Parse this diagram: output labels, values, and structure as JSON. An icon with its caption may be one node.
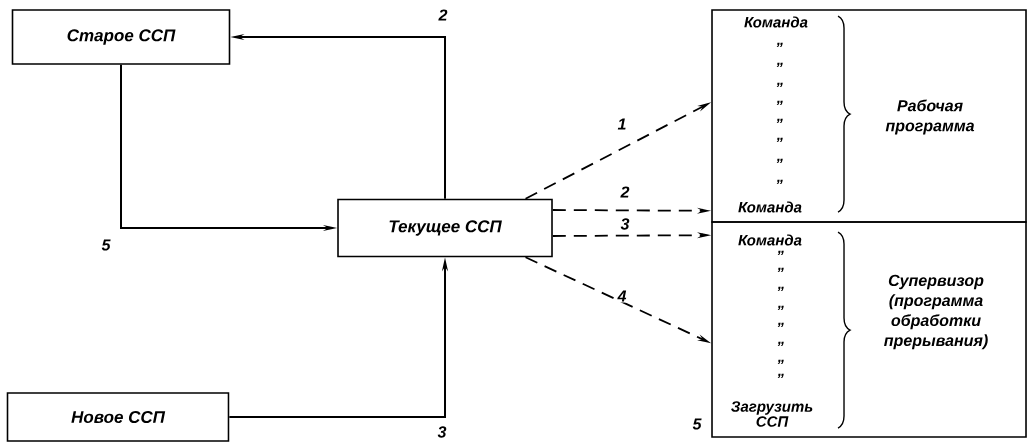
{
  "diagram": {
    "nodes": [
      {
        "text": [
          "Старое ССП"
        ]
      },
      {
        "text": [
          "Текущее ССП"
        ]
      },
      {
        "text": [
          "Новое ССП"
        ]
      },
      {
        "text": [
          "Команда",
          "”",
          "”",
          "”",
          "”",
          "”",
          "”",
          "”",
          "”",
          "Команда",
          "Рабочая программа"
        ]
      },
      {
        "text": [
          "Команда",
          "”",
          "”",
          "”",
          "”",
          "”",
          "”",
          "”",
          "”",
          "Загрузить ССП",
          "Супервизор (программа обработки прерывания)"
        ]
      }
    ],
    "edges": [
      {
        "from": 1,
        "to": 0,
        "arrow": "to",
        "label": "2"
      },
      {
        "from": 0,
        "to": 1,
        "arrow": "to",
        "label": "5"
      },
      {
        "from": 2,
        "to": 1,
        "arrow": "to",
        "label": "3"
      },
      {
        "from": 1,
        "to": 3,
        "arrow": "to",
        "label": "1",
        "style": "dashed"
      },
      {
        "from": 1,
        "to": 3,
        "arrow": "to",
        "label": "2",
        "style": "dashed"
      },
      {
        "from": 1,
        "to": 4,
        "arrow": "to",
        "label": "3",
        "style": "dashed"
      },
      {
        "from": 1,
        "to": 4,
        "arrow": "to",
        "label": "4",
        "style": "dashed"
      }
    ],
    "labels": [
      "5"
    ]
  }
}
